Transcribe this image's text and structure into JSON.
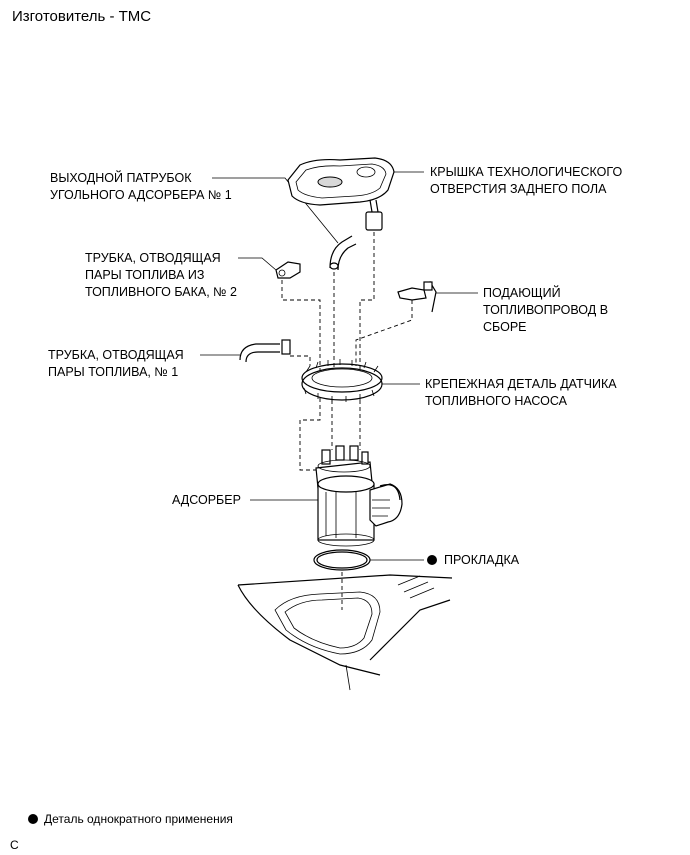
{
  "header": {
    "manufacturer": "Изготовитель - TMC"
  },
  "labels": {
    "canister_outlet": "ВЫХОДНОЙ ПАТРУБОК\nУГОЛЬНОГО АДСОРБЕРА № 1",
    "vapor_tube_2": "ТРУБКА, ОТВОДЯЩАЯ\nПАРЫ ТОПЛИВА ИЗ\nТОПЛИВНОГО БАКА, № 2",
    "vapor_tube_1": "ТРУБКА, ОТВОДЯЩАЯ\nПАРЫ ТОПЛИВА, № 1",
    "adsorber": "АДСОРБЕР",
    "service_hole_cover": "КРЫШКА ТЕХНОЛОГИЧЕСКОГО\nОТВЕРСТИЯ ЗАДНЕГО ПОЛА",
    "fuel_feed_tube": "ПОДАЮЩИЙ\nТОПЛИВОПРОВОД В\nСБОРЕ",
    "gauge_retainer": "КРЕПЕЖНАЯ ДЕТАЛЬ ДАТЧИКА\nТОПЛИВНОГО НАСОСА",
    "gasket": "ПРОКЛАДКА"
  },
  "legend": {
    "non_reusable": "Деталь однократного применения"
  },
  "footer": {
    "code": "C"
  }
}
